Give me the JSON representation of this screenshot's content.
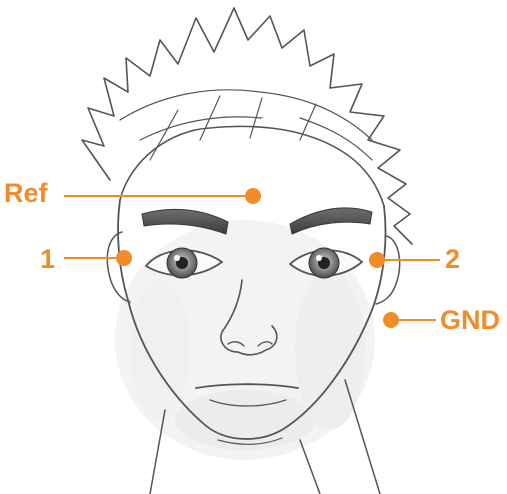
{
  "accent_color": "#f28c28",
  "sketch_color": "#555555",
  "illustration": {
    "icon": "sketched-face-illustration"
  },
  "electrodes": [
    {
      "id": "ref",
      "label": "Ref"
    },
    {
      "id": "ch1",
      "label": "1"
    },
    {
      "id": "ch2",
      "label": "2"
    },
    {
      "id": "gnd",
      "label": "GND"
    }
  ]
}
